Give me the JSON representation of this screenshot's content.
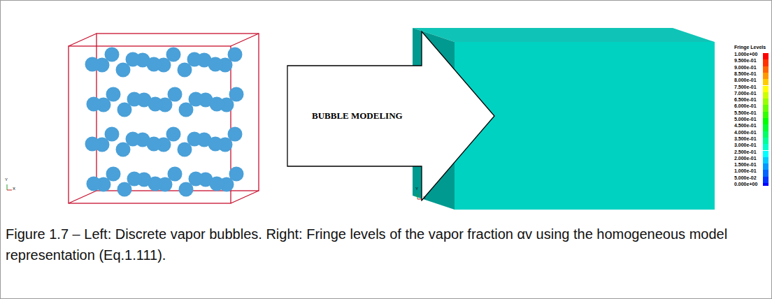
{
  "diagram": {
    "caption": "Figure 1.7 – Left: Discrete vapor bubbles. Right: Fringe levels of the vapor fraction αv using the homogeneous model representation (Eq.1.111).",
    "nodes": [
      {
        "text": [
          "BUBBLE MODELING"
        ]
      }
    ],
    "labels": [
      "Fringe Levels",
      "Y",
      "X",
      "Y",
      "X"
    ],
    "legend": [
      {
        "text": "1.000e+00",
        "color": "#ff0000"
      },
      {
        "text": "9.500e-01",
        "color": "#ff3300"
      },
      {
        "text": "9.000e-01",
        "color": "#ff6600"
      },
      {
        "text": "8.500e-01",
        "color": "#ff9900"
      },
      {
        "text": "8.000e-01",
        "color": "#ffcc00"
      },
      {
        "text": "7.500e-01",
        "color": "#ffff00"
      },
      {
        "text": "7.000e-01",
        "color": "#ccff00"
      },
      {
        "text": "6.500e-01",
        "color": "#99ff00"
      },
      {
        "text": "6.000e-01",
        "color": "#66ff00"
      },
      {
        "text": "5.500e-01",
        "color": "#33ff00"
      },
      {
        "text": "5.000e-01",
        "color": "#00ff00"
      },
      {
        "text": "4.500e-01",
        "color": "#00ff33"
      },
      {
        "text": "4.000e-01",
        "color": "#00ff66"
      },
      {
        "text": "3.500e-01",
        "color": "#00ff99"
      },
      {
        "text": "3.000e-01",
        "color": "#00ffcc"
      },
      {
        "text": "2.500e-01",
        "color": "#00ffff"
      },
      {
        "text": "2.000e-01",
        "color": "#00ccff"
      },
      {
        "text": "1.500e-01",
        "color": "#0099ff"
      },
      {
        "text": "1.000e-01",
        "color": "#0066ff"
      },
      {
        "text": "5.000e-02",
        "color": "#0033ff"
      },
      {
        "text": "0.000e+00",
        "color": "#0000ff"
      }
    ]
  }
}
